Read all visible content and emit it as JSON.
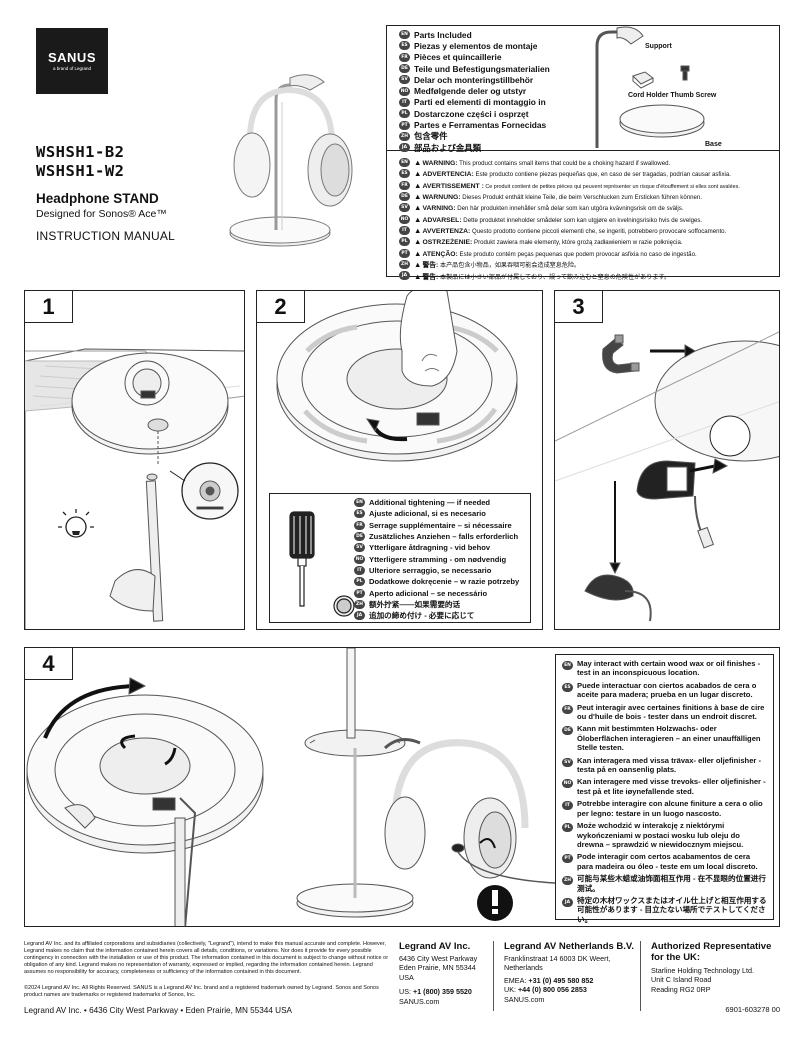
{
  "brand": {
    "name": "SANUS",
    "tagline": "a brand of Legrand"
  },
  "models": [
    "WSHSH1-B2",
    "WSHSH1-W2"
  ],
  "product": {
    "name": "Headphone STAND",
    "designed_for": "Designed for Sonos® Ace™",
    "manual": "INSTRUCTION MANUAL"
  },
  "parts_included": [
    {
      "code": "EN",
      "text": "Parts Included"
    },
    {
      "code": "ES",
      "text": "Piezas y elementos de montaje"
    },
    {
      "code": "FR",
      "text": "Pièces et quincaillerie"
    },
    {
      "code": "DE",
      "text": "Teile und Befestigungsmaterialien"
    },
    {
      "code": "SV",
      "text": "Delar och monteringstillbehör"
    },
    {
      "code": "NO",
      "text": "Medfølgende deler og utstyr"
    },
    {
      "code": "IT",
      "text": "Parti ed elementi di montaggio in"
    },
    {
      "code": "PL",
      "text": "Dostarczone części i osprzęt"
    },
    {
      "code": "PT",
      "text": "Partes e Ferramentas Fornecidas"
    },
    {
      "code": "ZH",
      "text": "包含零件"
    },
    {
      "code": "JA",
      "text": "部品および金具類"
    }
  ],
  "parts_labels": {
    "support": "Support",
    "holder": "Cord Holder Thumb Screw",
    "base": "Base"
  },
  "warnings": [
    {
      "code": "EN",
      "label": "WARNING:",
      "text": "This product contains small items that could be a choking hazard if swallowed."
    },
    {
      "code": "ES",
      "label": "ADVERTENCIA:",
      "text": "Este producto contiene piezas pequeñas que, en caso de ser tragadas, podrían causar asfixia."
    },
    {
      "code": "FR",
      "label": "AVERTISSEMENT :",
      "text": "Ce produit contient de petites pièces qui peuvent représenter un risque d'étouffement si elles sont avalées."
    },
    {
      "code": "DE",
      "label": "WARNUNG:",
      "text": "Dieses Produkt enthält kleine Teile, die beim Verschlucken zum Ersticken führen können."
    },
    {
      "code": "SV",
      "label": "VARNING:",
      "text": "Den här produkten innehåller små delar som kan utgöra kvävningsrisk om de sväljs."
    },
    {
      "code": "NO",
      "label": "ADVARSEL:",
      "text": "Dette produktet inneholder smådeler som kan utgjøre en kvelningsrisiko hvis de svelges."
    },
    {
      "code": "IT",
      "label": "AVVERTENZA:",
      "text": "Questo prodotto contiene piccoli elementi che, se ingeriti, potrebbero provocare soffocamento."
    },
    {
      "code": "PL",
      "label": "OSTRZEŻENIE:",
      "text": "Produkt zawiera małe elementy, które grożą zadławieniem w razie połknięcia."
    },
    {
      "code": "PT",
      "label": "ATENÇÃO:",
      "text": "Este produto contém peças pequenas que podem provocar asfixia no caso de ingestão."
    },
    {
      "code": "ZH",
      "label": "警告:",
      "text": "本产品包含小物品，如果吞咽可能会造成窒息危险。"
    },
    {
      "code": "JA",
      "label": "警告:",
      "text": "本製品には小さい部品が付属しており、誤って飲み込むと窒息の危険性があります。"
    }
  ],
  "steps": {
    "s1": "1",
    "s2": "2",
    "s3": "3",
    "s4": "4"
  },
  "tightening": [
    {
      "code": "EN",
      "text": "Additional tightening — if needed"
    },
    {
      "code": "ES",
      "text": "Ajuste adicional, si es necesario"
    },
    {
      "code": "FR",
      "text": "Serrage supplémentaire – si nécessaire"
    },
    {
      "code": "DE",
      "text": "Zusätzliches Anziehen – falls erforderlich"
    },
    {
      "code": "SV",
      "text": "Ytterligare åtdragning - vid behov"
    },
    {
      "code": "NO",
      "text": "Ytterligere stramming - om nødvendig"
    },
    {
      "code": "IT",
      "text": "Ulteriore serraggio, se necessario"
    },
    {
      "code": "PL",
      "text": "Dodatkowe dokręcenie – w razie potrzeby"
    },
    {
      "code": "PT",
      "text": "Aperto adicional – se necessário"
    },
    {
      "code": "ZH",
      "text": "额外拧紧——如果需要的话"
    },
    {
      "code": "JA",
      "text": "追加の締め付け - 必要に応じて"
    }
  ],
  "wood_notes": [
    {
      "code": "EN",
      "text": "May interact with certain wood wax or oil finishes - test in an inconspicuous location."
    },
    {
      "code": "ES",
      "text": "Puede interactuar con ciertos acabados de cera o aceite para madera; prueba en un lugar discreto."
    },
    {
      "code": "FR",
      "text": "Peut interagir avec certaines finitions à base de cire ou d'huile de bois - tester dans un endroit discret."
    },
    {
      "code": "DE",
      "text": "Kann mit bestimmten Holzwachs- oder Öloberflächen interagieren – an einer unauffälligen Stelle testen."
    },
    {
      "code": "SV",
      "text": "Kan interagera med vissa trävax- eller oljefinisher - testa på en oansenlig plats."
    },
    {
      "code": "NO",
      "text": "Kan interagere med visse trevoks- eller oljefinisher - test på et lite iøynefallende sted."
    },
    {
      "code": "IT",
      "text": "Potrebbe interagire con alcune finiture a cera o olio per legno: testare in un luogo nascosto."
    },
    {
      "code": "PL",
      "text": "Może wchodzić w interakcję z niektórymi wykończeniami w postaci wosku lub oleju do drewna – sprawdzić w niewidocznym miejscu."
    },
    {
      "code": "PT",
      "text": "Pode interagir com certos acabamentos de cera para madeira ou óleo - teste em um local discreto."
    },
    {
      "code": "ZH",
      "text": "可能与某些木蜡或油饰面相互作用 - 在不显眼的位置进行测试。"
    },
    {
      "code": "JA",
      "text": "特定の木材ワックスまたはオイル仕上げと相互作用する可能性があります - 目立たない場所でテストしてください。"
    }
  ],
  "footer": {
    "legal": "Legrand AV Inc. and its affiliated corporations and subsidiaries (collectively, \"Legrand\"), intend to make this manual accurate and complete. However, Legrand makes no claim that the information contained herein covers all details, conditions, or variations. Nor does it provide for every possible contingency in connection with the installation or use of this product. The information contained in this document is subject to change without notice or obligation of any kind. Legrand makes no representation of warranty, expressed or implied, regarding the information contained herein. Legrand assumes no responsibility for accuracy, completeness or sufficiency of the information contained in this document.",
    "copyright": "©2024 Legrand AV Inc. All Rights Reserved. SANUS is a Legrand AV Inc. brand and a registered trademark owned by Legrand. Sonos and Sonos product names are trademarks or registered trademarks of Sonos, Inc.",
    "address_line": "Legrand AV Inc.  •  6436 City West Parkway  •  Eden Prairie, MN 55344  USA",
    "us": {
      "title": "Legrand AV Inc.",
      "l1": "6436 City West Parkway",
      "l2": "Eden Prairie, MN 55344 USA",
      "phone_label": "US: ",
      "phone": "+1 (800) 359 5520",
      "web": "SANUS.com"
    },
    "nl": {
      "title": "Legrand AV Netherlands B.V.",
      "l1": "Franklinstraat 14 6003 DK Weert,",
      "l2": "Netherlands",
      "emea_label": "EMEA: ",
      "emea": "+31 (0) 495 580 852",
      "uk_label": "UK: ",
      "uk": "+44 (0) 800 056 2853",
      "web": "SANUS.com"
    },
    "rep": {
      "title": "Authorized Representative for the UK:",
      "l1": "Starline Holding Technology Ltd.",
      "l2": "Unit C Island Road",
      "l3": "Reading RG2 0RP"
    },
    "doc_number": "6901-603278 00"
  }
}
